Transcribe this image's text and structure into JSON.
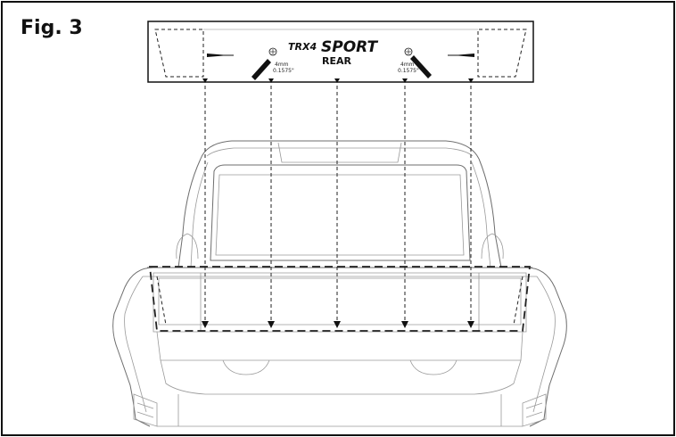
{
  "figure": {
    "label": "Fig. 3"
  },
  "decal": {
    "brand_prefix": "TRX4",
    "brand_name": "SPORT",
    "position_label": "REAR",
    "left_hole": {
      "size_mm": "4mm",
      "size_in": "0.1575\""
    },
    "right_hole": {
      "size_mm": "4mm",
      "size_in": "0.1575\""
    }
  }
}
